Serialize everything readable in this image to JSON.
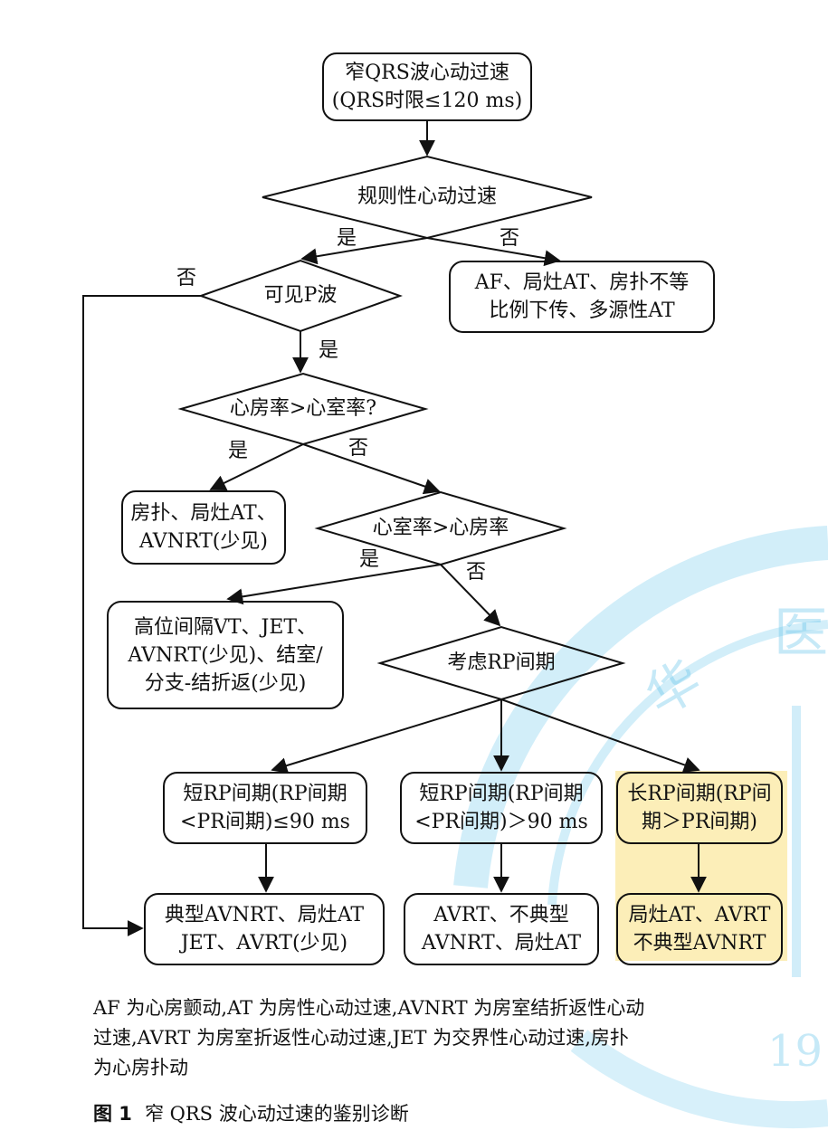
{
  "watermark": {
    "color": "#5ec2ea",
    "highlight": "#fbe79a",
    "char_1": "医",
    "char_2": "华",
    "year_fragment": "19"
  },
  "nodes": {
    "start": {
      "line1": "窄QRS波心动过速",
      "line2": "(QRS时限≤120 ms)"
    },
    "regular": "规则性心动过速",
    "irregular": {
      "line1": "AF、局灶AT、房扑不等",
      "line2": "比例下传、多源性AT"
    },
    "visible_p": "可见P波",
    "atrial_gt_ventricular": "心房率>心室率?",
    "result_atrial_flutter": {
      "line1": "房扑、局灶AT、",
      "line2": "AVNRT(少见)"
    },
    "ventricular_gt_atrial": "心室率>心房率",
    "result_vt": {
      "line1": "高位间隔VT、JET、",
      "line2": "AVNRT(少见)、结室/",
      "line3": "分支-结折返(少见)"
    },
    "consider_rp": "考虑RP间期",
    "short_rp_le90": {
      "line1": "短RP间期(RP间期",
      "line2": "<PR间期)≤90 ms"
    },
    "short_rp_gt90": {
      "line1": "短RP间期(RP间期",
      "line2": "<PR间期)＞90 ms"
    },
    "long_rp": {
      "line1": "长RP间期(RP间",
      "line2": "期＞PR间期)"
    },
    "result_typical_avnrt": {
      "line1": "典型AVNRT、局灶AT",
      "line2": "JET、AVRT(少见)"
    },
    "result_avrt_atypical": {
      "line1": "AVRT、不典型",
      "line2": "AVNRT、局灶AT"
    },
    "result_focal_at": {
      "line1": "局灶AT、AVRT",
      "line2": "不典型AVNRT"
    }
  },
  "edge_labels": {
    "regular_yes": "是",
    "regular_no": "否",
    "visible_p_no": "否",
    "visible_p_yes": "是",
    "atrial_yes": "是",
    "atrial_no": "否",
    "ventricular_yes": "是",
    "ventricular_no": "否"
  },
  "caption": {
    "line1": "AF 为心房颤动,AT 为房性心动过速,AVNRT 为房室结折返性心动",
    "line2": "过速,AVRT 为房室折返性心动过速,JET 为交界性心动过速,房扑",
    "line3": "为心房扑动"
  },
  "figure": {
    "number": "图 1",
    "title": "窄 QRS 波心动过速的鉴别诊断"
  }
}
